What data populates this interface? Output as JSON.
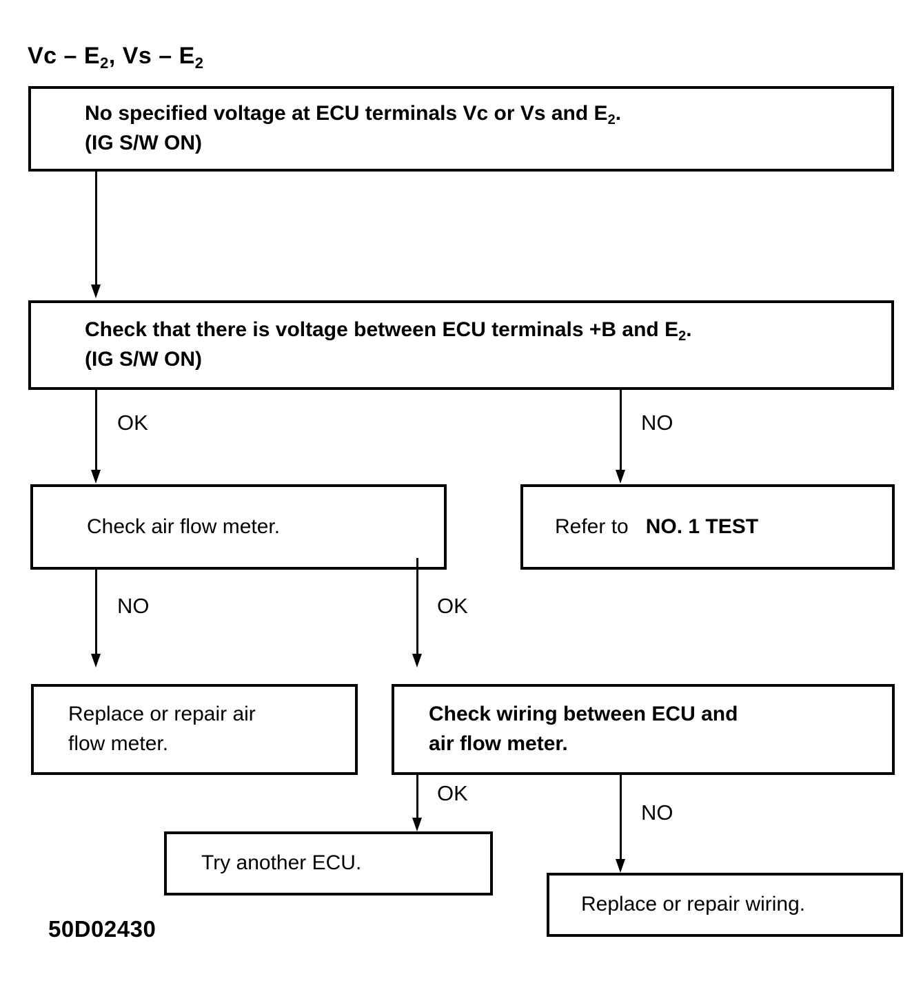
{
  "figure": {
    "title_prefix": "Vc – E",
    "title_sub1": "2",
    "title_mid": ", Vs – E",
    "title_sub2": "2",
    "id_label": "50D02430"
  },
  "chart_data": {
    "type": "diagram",
    "title": "Vc – E2, Vs – E2",
    "diagram_kind": "troubleshooting-flowchart",
    "nodes": [
      {
        "id": "n1",
        "lines": [
          "No specified voltage at ECU terminals Vc or Vs and E2.",
          "(IG S/W ON)"
        ],
        "bold": true
      },
      {
        "id": "n2",
        "lines": [
          "Check that there is voltage between ECU terminals +B and E2.",
          "(IG S/W ON)"
        ],
        "bold": true
      },
      {
        "id": "n3",
        "lines": [
          "Check air flow meter."
        ],
        "bold": false
      },
      {
        "id": "n4",
        "lines": [
          "Refer to   NO. 1 TEST"
        ],
        "bold": false
      },
      {
        "id": "n5",
        "lines": [
          "Replace or repair air",
          "flow meter."
        ],
        "bold": false
      },
      {
        "id": "n6",
        "lines": [
          "Check wiring between ECU and",
          "air flow meter."
        ],
        "bold": true
      },
      {
        "id": "n7",
        "lines": [
          "Try another ECU."
        ],
        "bold": false
      },
      {
        "id": "n8",
        "lines": [
          "Replace or repair wiring."
        ],
        "bold": false
      }
    ],
    "edges": [
      {
        "from": "n1",
        "to": "n2",
        "label": ""
      },
      {
        "from": "n2",
        "to": "n3",
        "label": "OK"
      },
      {
        "from": "n2",
        "to": "n4",
        "label": "NO"
      },
      {
        "from": "n3",
        "to": "n5",
        "label": "NO"
      },
      {
        "from": "n3",
        "to": "n6",
        "label": "OK"
      },
      {
        "from": "n6",
        "to": "n7",
        "label": "OK"
      },
      {
        "from": "n6",
        "to": "n8",
        "label": "NO"
      }
    ]
  },
  "boxes": {
    "b1": {
      "l1a": "No specified voltage at ECU terminals Vc or Vs and E",
      "l1sub": "2",
      "l1b": ".",
      "l2": "(IG S/W ON)"
    },
    "b2": {
      "l1a": "Check that there is voltage between ECU terminals +B and E",
      "l1sub": "2",
      "l1b": ".",
      "l2": "(IG S/W ON)"
    },
    "b3": {
      "l1": "Check air flow meter."
    },
    "b4": {
      "l1a": "Refer to",
      "l1b": "NO. 1 TEST"
    },
    "b5": {
      "l1": "Replace or repair air",
      "l2": "flow meter."
    },
    "b6": {
      "l1": "Check wiring between ECU and",
      "l2": "air flow meter."
    },
    "b7": {
      "l1": "Try another ECU."
    },
    "b8": {
      "l1": "Replace or repair wiring."
    }
  },
  "labels": {
    "e2_ok": "OK",
    "e2_no": "NO",
    "e3_no": "NO",
    "e3_ok": "OK",
    "e6_ok": "OK",
    "e6_no": "NO"
  }
}
